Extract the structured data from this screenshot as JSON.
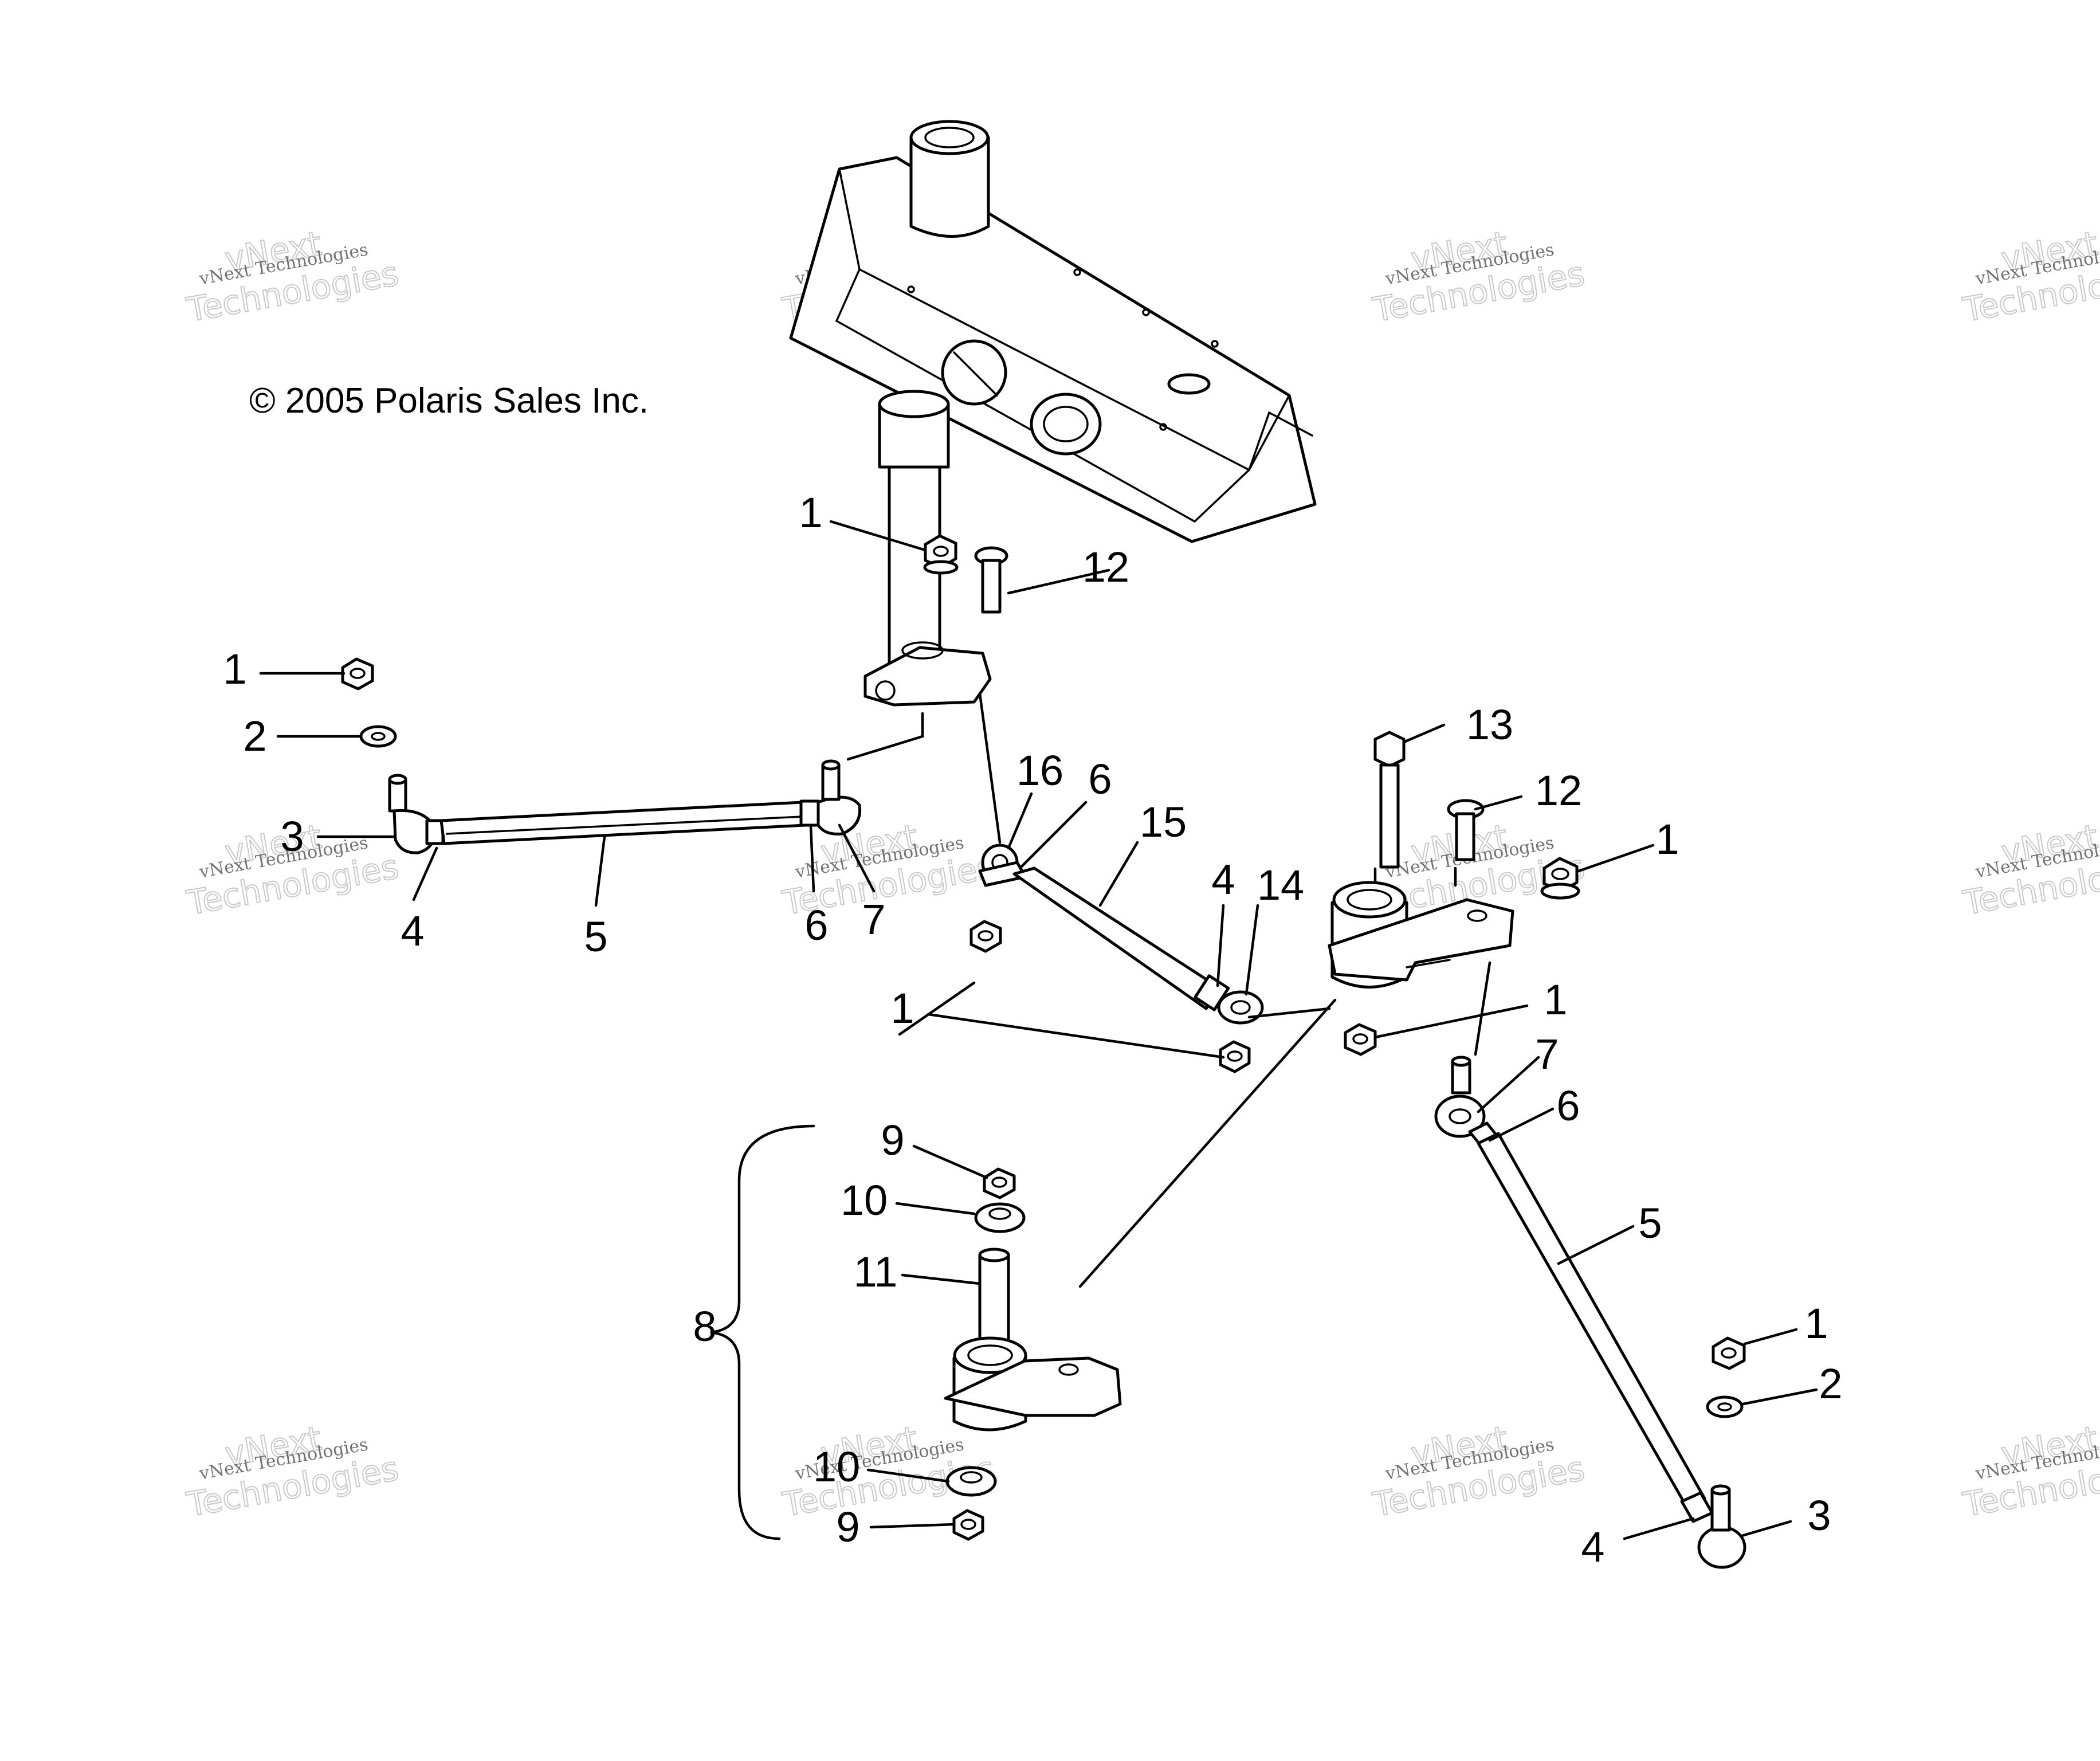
{
  "copyright": "© 2005 Polaris Sales Inc.",
  "watermark": {
    "line1": "vNext Technologies",
    "big1": "vNext",
    "big2": "Technologies"
  },
  "callouts": {
    "c1a": "1",
    "c12a": "12",
    "c1b": "1",
    "c2a": "2",
    "c3a": "3",
    "c4a": "4",
    "c5a": "5",
    "c6a": "6",
    "c7a": "7",
    "c16": "16",
    "c6b": "6",
    "c15": "15",
    "c4b": "4",
    "c14": "14",
    "c1c": "1",
    "c13": "13",
    "c12b": "12",
    "c1d": "1",
    "c1e": "1",
    "c7b": "7",
    "c6c": "6",
    "c5b": "5",
    "c9a": "9",
    "c10a": "10",
    "c11": "11",
    "c8": "8",
    "c10b": "10",
    "c9b": "9",
    "c1f": "1",
    "c2b": "2",
    "c3b": "3",
    "c4c": "4"
  }
}
